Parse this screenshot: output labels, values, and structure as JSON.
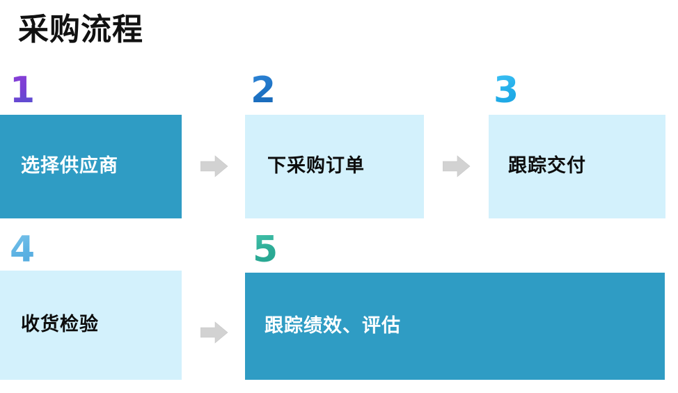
{
  "slide": {
    "title": "采购流程",
    "background_color": "#ffffff"
  },
  "steps": [
    {
      "number": "1",
      "label": "选择供应商",
      "number_color": "#7a3fd4",
      "box_fill": "#2f9cc4",
      "text_color": "#ffffff",
      "style": "filled"
    },
    {
      "number": "2",
      "label": "下采购订单",
      "number_color": "#1d72c4",
      "box_fill": "#d3f1fc",
      "text_color": "#0d0d0d",
      "style": "light"
    },
    {
      "number": "3",
      "label": "跟踪交付",
      "number_color": "#22ade9",
      "box_fill": "#d3f1fc",
      "text_color": "#0d0d0d",
      "style": "light"
    },
    {
      "number": "4",
      "label": "收货检验",
      "number_color": "#5cb2e3",
      "box_fill": "#d3f1fc",
      "text_color": "#0d0d0d",
      "style": "light"
    },
    {
      "number": "5",
      "label": "跟踪绩效、评估",
      "number_color": "#2cab96",
      "box_fill": "#2f9cc4",
      "text_color": "#ffffff",
      "style": "filled"
    }
  ],
  "connectors": [
    {
      "name": "arrow-step1-to-step2",
      "icon": "arrow-right-icon",
      "color": "#d0d0d0"
    },
    {
      "name": "arrow-step2-to-step3",
      "icon": "arrow-right-icon",
      "color": "#d0d0d0"
    },
    {
      "name": "arrow-step4-to-step5",
      "icon": "arrow-right-icon",
      "color": "#d0d0d0"
    }
  ]
}
